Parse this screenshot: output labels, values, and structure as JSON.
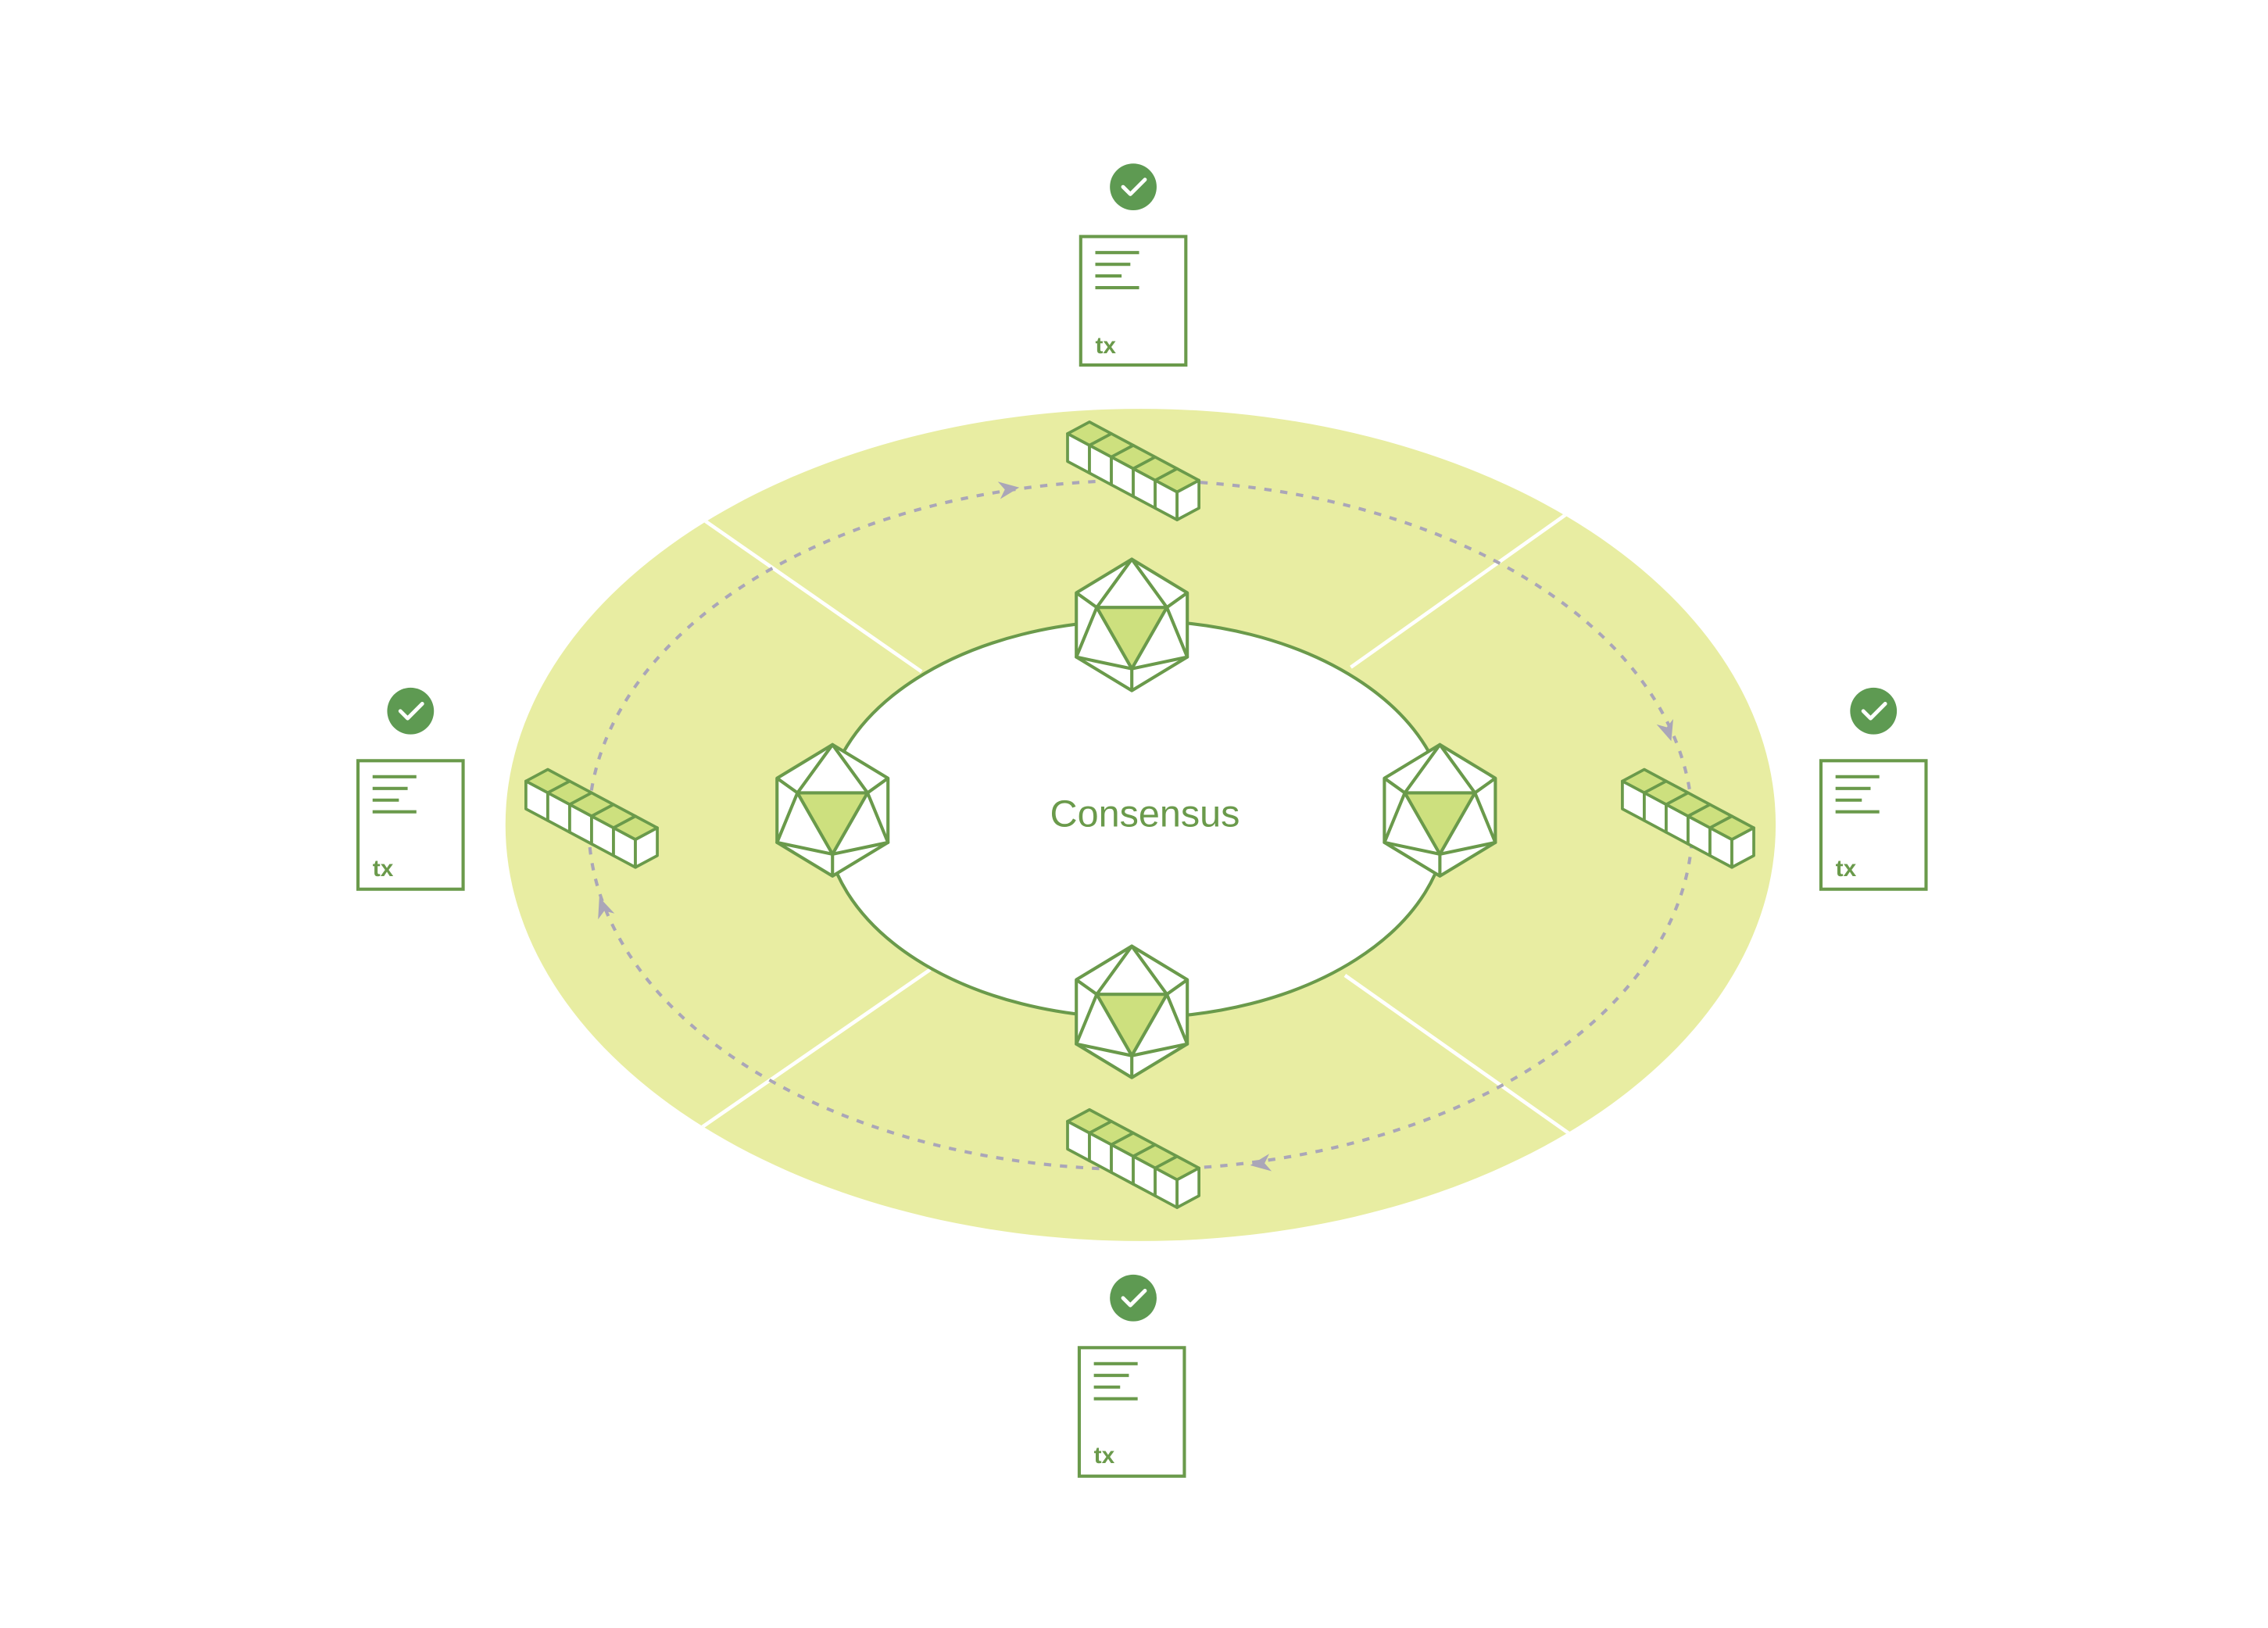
{
  "diagram": {
    "center_label": "Consensus",
    "tx_label": "tx",
    "colors": {
      "ring_fill": "#e8eda2",
      "stroke_green": "#6a9a4b",
      "badge_green": "#5e9a52",
      "light_green_fill": "#cde07e",
      "arrow_gray": "#aaa6b8",
      "divider_white": "#ffffff"
    },
    "nodes": [
      {
        "id": "top",
        "icon": "icosahedron-icon"
      },
      {
        "id": "right",
        "icon": "icosahedron-icon"
      },
      {
        "id": "bottom",
        "icon": "icosahedron-icon"
      },
      {
        "id": "left",
        "icon": "icosahedron-icon"
      }
    ],
    "ledgers": [
      {
        "id": "top",
        "icon": "block-chain-icon"
      },
      {
        "id": "right",
        "icon": "block-chain-icon"
      },
      {
        "id": "bottom",
        "icon": "block-chain-icon"
      },
      {
        "id": "left",
        "icon": "block-chain-icon"
      }
    ],
    "transactions": [
      {
        "id": "top",
        "label": "tx",
        "status": "check-circle-icon"
      },
      {
        "id": "right",
        "label": "tx",
        "status": "check-circle-icon"
      },
      {
        "id": "bottom",
        "label": "tx",
        "status": "check-circle-icon"
      },
      {
        "id": "left",
        "label": "tx",
        "status": "check-circle-icon"
      }
    ]
  }
}
